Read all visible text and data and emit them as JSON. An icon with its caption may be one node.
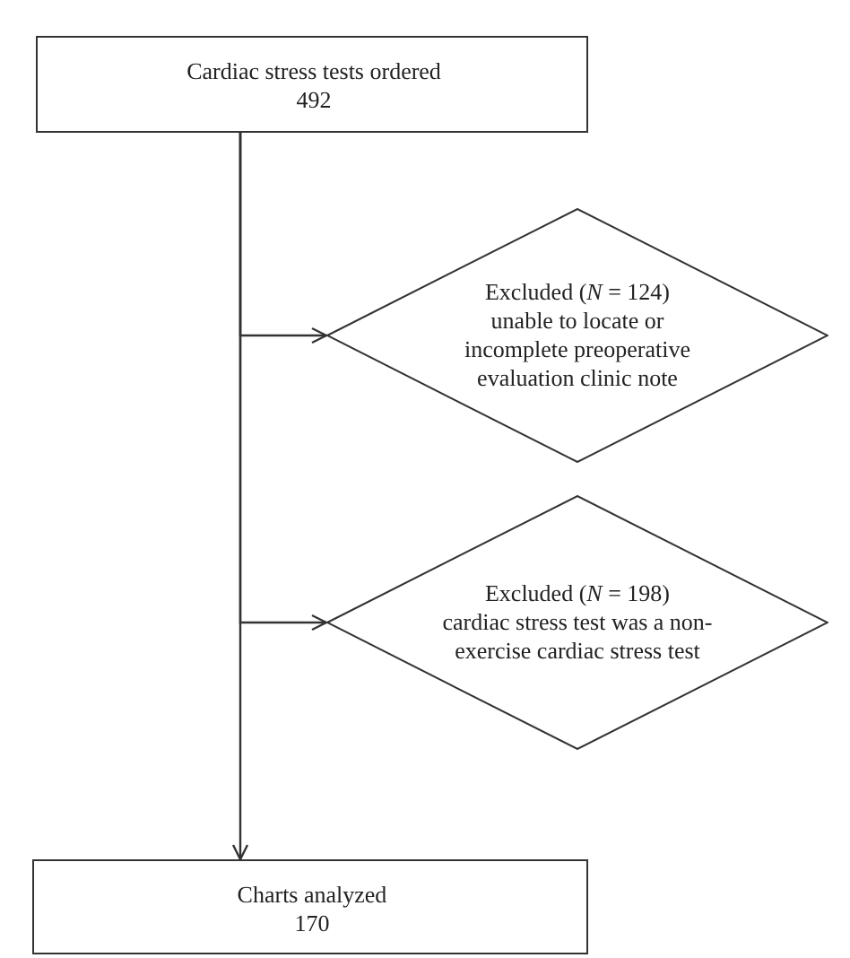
{
  "diagram": {
    "nodes": [
      {
        "text": [
          "Cardiac stress tests ordered",
          "492"
        ]
      },
      {
        "text": [
          "Excluded (*N* = 124)",
          "unable to locate or incomplete preoperative evaluation clinic note"
        ]
      },
      {
        "text": [
          "Excluded (*N* = 198)",
          "cardiac stress test was a non-exercise cardiac stress test"
        ]
      },
      {
        "text": [
          "Charts analyzed",
          "170"
        ]
      }
    ],
    "edges": [
      {
        "from": 0,
        "to": 3,
        "arrow": "to"
      },
      {
        "from": 0,
        "to": 1,
        "arrow": "to"
      },
      {
        "from": 0,
        "to": 2,
        "arrow": "to"
      }
    ]
  }
}
